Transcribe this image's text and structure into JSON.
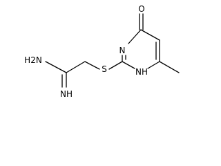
{
  "molecule": {
    "atoms": {
      "oxygen": "O",
      "ring_nitrogen": "N",
      "ring_nh": "NH",
      "sulfur": "S",
      "amine": "H2N",
      "imine": "NH"
    }
  }
}
